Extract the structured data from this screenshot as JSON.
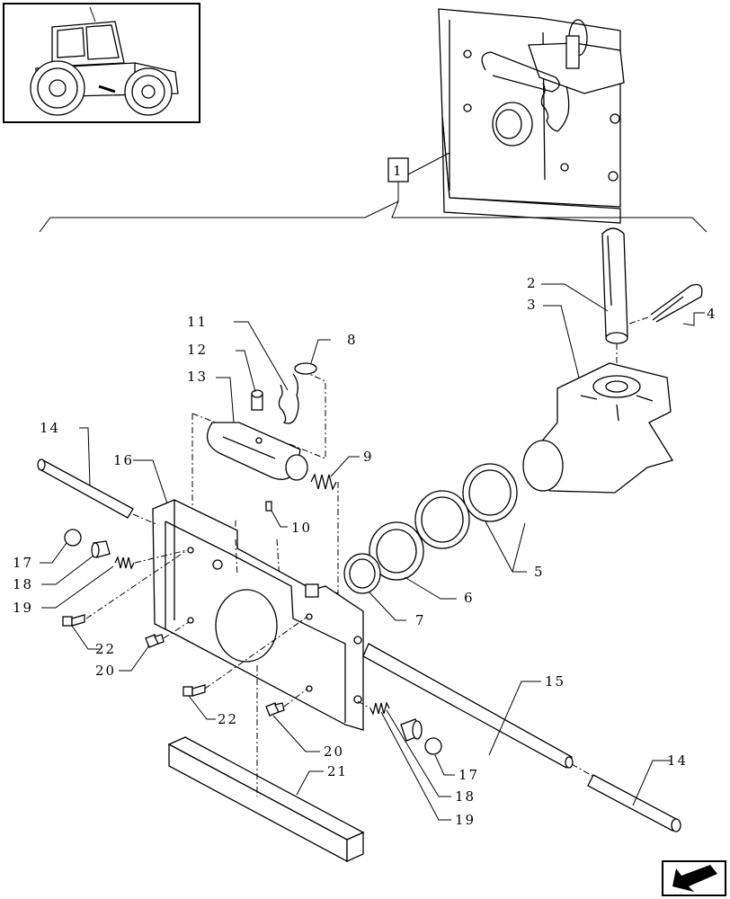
{
  "diagram": {
    "group_ref": "1",
    "callouts": {
      "c2": "2",
      "c3": "3",
      "c4": "4",
      "c5": "5",
      "c6": "6",
      "c7": "7",
      "c8": "8",
      "c9": "9",
      "c10": "10",
      "c11": "11",
      "c12": "12",
      "c13": "13",
      "c14a": "14",
      "c14b": "14",
      "c15": "15",
      "c16": "16",
      "c17a": "17",
      "c17b": "17",
      "c18a": "18",
      "c18b": "18",
      "c19a": "19",
      "c19b": "19",
      "c20a": "20",
      "c20b": "20",
      "c21": "21",
      "c22a": "22",
      "c22b": "22"
    }
  },
  "icons": {
    "thumbnail": "tractor-thumbnail-icon",
    "navigation": "back-arrow-icon"
  }
}
